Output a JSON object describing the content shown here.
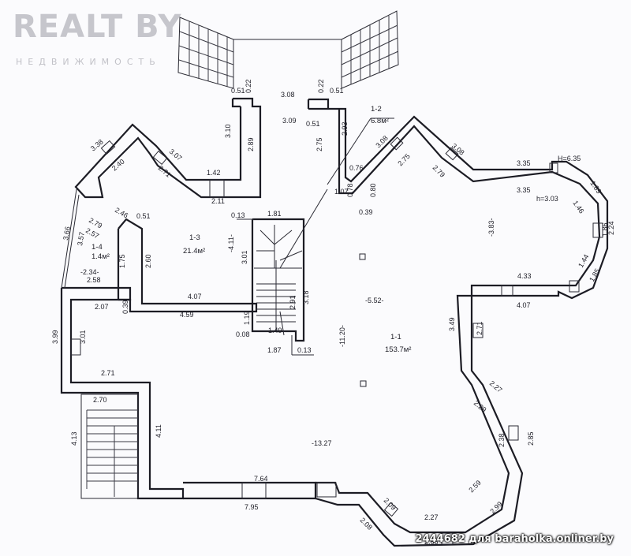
{
  "branding": {
    "logo_text": "REALT BY",
    "logo_subtext": "НЕДВИЖИМОСТЬ",
    "watermark": "2444682 для baraholka.onliner.by"
  },
  "rooms": [
    {
      "id": "1-1",
      "area": "153.7м²"
    },
    {
      "id": "1-2",
      "area": "6.8м²"
    },
    {
      "id": "1-3",
      "area": "21.4м²"
    },
    {
      "id": "1-4",
      "area": "1.4м²"
    }
  ],
  "dimensions": [
    "0.51",
    "0.22",
    "3.08",
    "0.22",
    "0.51",
    "3.09",
    "0.51",
    "3.10",
    "2.89",
    "2.75",
    "2.93",
    "3.38",
    "2.40",
    "3.07",
    "2.71",
    "1.42",
    "2.11",
    "3.08",
    "2.75",
    "3.08",
    "2.79",
    "0.76",
    "3.35",
    "H=6.35",
    "3.35",
    "h=3.03",
    "1.89",
    "1.46",
    "1.07",
    "0.78",
    "0.80",
    "0.39",
    "2.46",
    "0.51",
    "2.79",
    "2.57",
    "3.66",
    "3.57",
    "1.81",
    "0.13",
    "-4.11-",
    "3.01",
    "-3.83-",
    "1.86",
    "2.24",
    "1.75",
    "2.60",
    "-2.34-",
    "2.58",
    "1.44",
    "1.85",
    "4.33",
    "4.07",
    "4.07",
    "2.07",
    "0.39",
    "4.59",
    "-5.52-",
    "2.91",
    "3.18",
    "1.19",
    "0.08",
    "1.49",
    "1.87",
    "0.13",
    "-11.20-",
    "3.49",
    "2.71",
    "3.99",
    "3.01",
    "2.71",
    "2.27",
    "2.29",
    "2.70",
    "4.11",
    "4.13",
    "2.38",
    "2.85",
    "-13.27",
    "7.64",
    "7.95",
    "2.09",
    "2.59",
    "2.99",
    "2.08",
    "2.27",
    "2.66"
  ]
}
